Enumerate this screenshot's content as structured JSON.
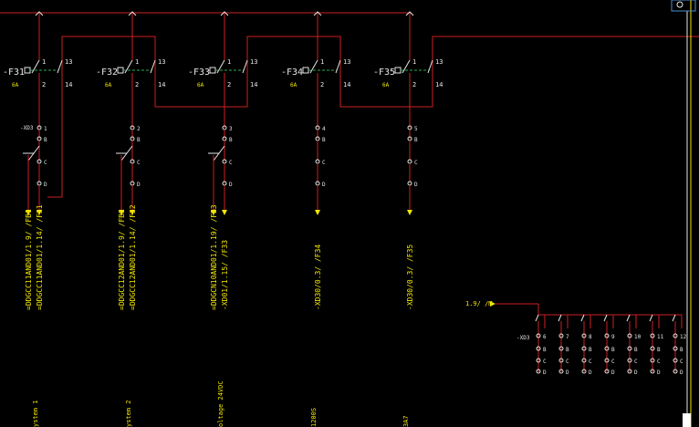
{
  "colors": {
    "background": "#000000",
    "wire": "#cc1f1f",
    "component": "#e6e6e6",
    "label": "#f2e600",
    "dashed": "#2fa84f"
  },
  "breakers": [
    {
      "id": "-F31",
      "rating": "6A",
      "pin_in": "1",
      "pin_out": "2",
      "aux_a": "13",
      "aux_b": "14",
      "terminal": "1",
      "term_bridge": "B",
      "term_c": "C",
      "term_d": "D",
      "ref_top": "=DDGCC11AND01/1.9/ /FB1",
      "ref_bottom": "=DDGCC11AND01/1.14/ /F31",
      "bottom_text": "ystem 1"
    },
    {
      "id": "-F32",
      "rating": "6A",
      "pin_in": "1",
      "pin_out": "2",
      "aux_a": "13",
      "aux_b": "14",
      "terminal": "2",
      "term_bridge": "B",
      "term_c": "C",
      "term_d": "D",
      "ref_top": "=DDGCC12AND01/1.9/ /FB2",
      "ref_bottom": "=DDGCC12AND01/1.14/ /F32",
      "bottom_text": "ystem 2"
    },
    {
      "id": "-F33",
      "rating": "6A",
      "pin_in": "1",
      "pin_out": "2",
      "aux_a": "13",
      "aux_b": "14",
      "terminal": "3",
      "term_bridge": "B",
      "term_c": "C",
      "term_d": "D",
      "ref_top": "=DDGCN10AND01/1.19/ /FB3",
      "ref_bottom": "-XD01/1.15/ /F33",
      "bottom_text": "oltage 24VDC"
    },
    {
      "id": "-F34",
      "rating": "6A",
      "pin_in": "1",
      "pin_out": "2",
      "aux_a": "13",
      "aux_b": "14",
      "terminal": "4",
      "term_bridge": "B",
      "term_c": "C",
      "term_d": "D",
      "ref_top": "",
      "ref_bottom": "-XD30/0.3/ /F34",
      "bottom_text": "1200S"
    },
    {
      "id": "-F35",
      "rating": "6A",
      "pin_in": "1",
      "pin_out": "2",
      "aux_a": "13",
      "aux_b": "14",
      "terminal": "5",
      "term_bridge": "B",
      "term_c": "C",
      "term_d": "D",
      "ref_top": "",
      "ref_bottom": "-XD30/0.3/ /F35",
      "bottom_text": "3A7"
    }
  ],
  "terminal_tag": "-XD3",
  "right_group": {
    "incoming_ref": "1.9/ /M",
    "tag": "-XD3",
    "terminals": [
      "6",
      "7",
      "8",
      "9",
      "10",
      "11",
      "12"
    ],
    "bridge": "B",
    "pin_c": "C",
    "pin_d": "D"
  }
}
